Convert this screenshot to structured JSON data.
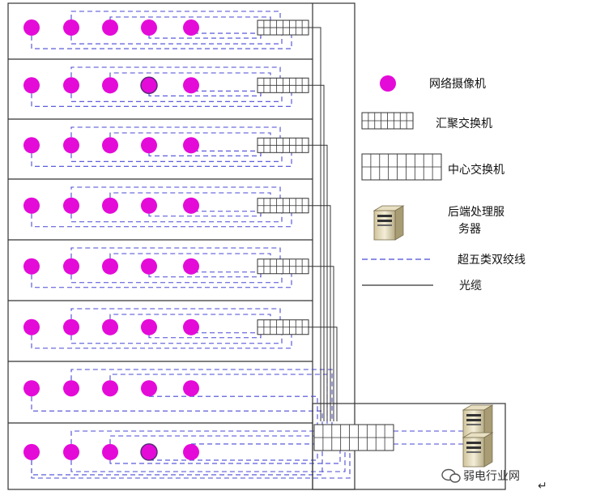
{
  "legend": {
    "camera": "网络摄像机",
    "agg_switch": "汇聚交换机",
    "core_switch": "中心交换机",
    "server_line1": "后端处理服",
    "server_line2": "务器",
    "cat5e": "超五类双绞线",
    "fiber": "光缆"
  },
  "watermark": {
    "text": "弱电行业网",
    "return_mark": "↵"
  },
  "floors": [
    {
      "cameras": 5,
      "has_agg_switch": true
    },
    {
      "cameras": 5,
      "has_agg_switch": true
    },
    {
      "cameras": 5,
      "has_agg_switch": true
    },
    {
      "cameras": 5,
      "has_agg_switch": true
    },
    {
      "cameras": 5,
      "has_agg_switch": true
    },
    {
      "cameras": 5,
      "has_agg_switch": true
    },
    {
      "cameras": 5,
      "has_agg_switch": false
    },
    {
      "cameras": 5,
      "has_agg_switch": false
    }
  ],
  "server_count": 2,
  "colors": {
    "camera": "#e40bd8",
    "twisted_pair": "#4a4ad6",
    "fiber": "#333333",
    "frame": "#333333"
  }
}
